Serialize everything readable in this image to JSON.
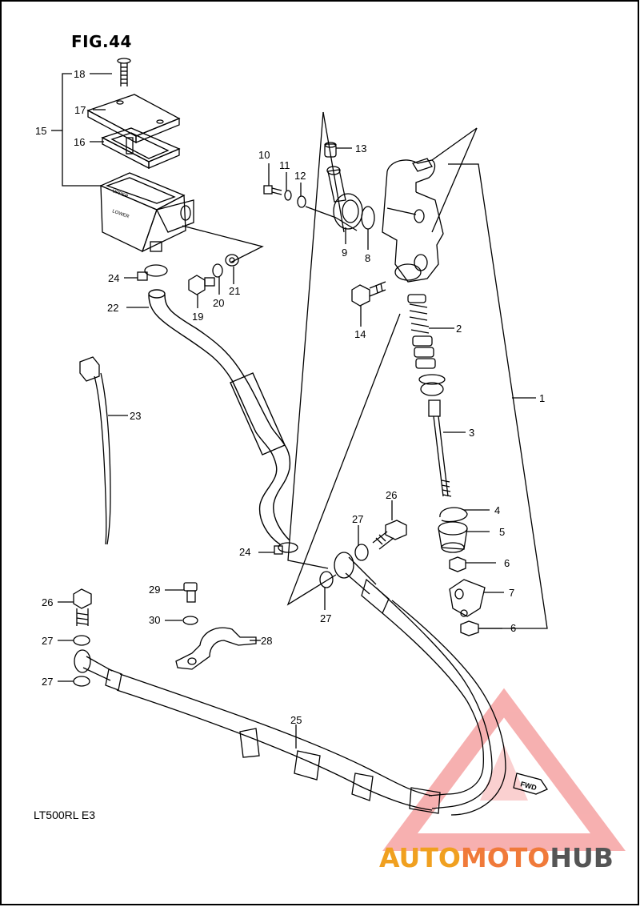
{
  "title": "FIG.44",
  "model_code": "LT500RL  E3",
  "watermark": {
    "part1": "AUTO",
    "part2": "MOTO",
    "part3": "HUB",
    "color1": "#f0a020",
    "color2": "#f07a3a",
    "color3": "#555555"
  },
  "reservoir_text": {
    "upper": "UPPER",
    "lower": "LOWER"
  },
  "hose_tag": "FWD",
  "callouts": {
    "c1": "1",
    "c2": "2",
    "c3": "3",
    "c4": "4",
    "c5": "5",
    "c6a": "6",
    "c6b": "6",
    "c7": "7",
    "c8": "8",
    "c9": "9",
    "c10": "10",
    "c11": "11",
    "c12": "12",
    "c13": "13",
    "c14": "14",
    "c15": "15",
    "c16": "16",
    "c17": "17",
    "c18": "18",
    "c19": "19",
    "c20": "20",
    "c21": "21",
    "c22": "22",
    "c23": "23",
    "c24a": "24",
    "c24b": "24",
    "c25": "25",
    "c26a": "26",
    "c26b": "26",
    "c27a": "27",
    "c27b": "27",
    "c27c": "27",
    "c27d": "27",
    "c28": "28",
    "c29": "29",
    "c30": "30"
  }
}
